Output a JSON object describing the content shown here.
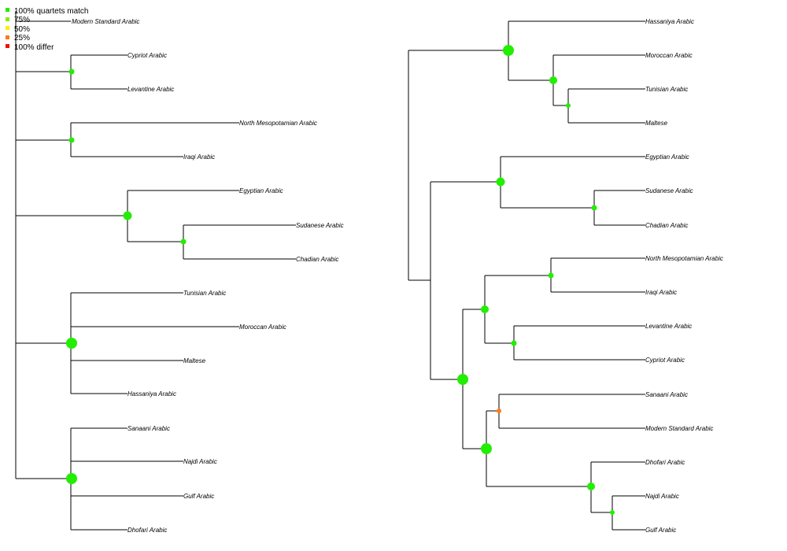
{
  "legend": [
    {
      "label": "100% quartets match",
      "color": "#22ee00"
    },
    {
      "label": "75%",
      "color": "#88ee00"
    },
    {
      "label": "50%",
      "color": "#ffee00"
    },
    {
      "label": "25%",
      "color": "#ff7a1a"
    },
    {
      "label": "100% differ",
      "color": "#ee1100"
    }
  ],
  "colors": {
    "match": "#22ee00",
    "partial": "#ff7a1a",
    "edge": "#000000"
  },
  "left_tree": {
    "tips": [
      "Modern Standard Arabic",
      "Cypriot Arabic",
      "Levantine Arabic",
      "North Mesopotamian Arabic",
      "Iraqi Arabic",
      "Egyptian Arabic",
      "Sudanese Arabic",
      "Chadian Arabic",
      "Tunisian Arabic",
      "Moroccan Arabic",
      "Maltese",
      "Hassaniya Arabic",
      "Sanaani Arabic",
      "Najdi Arabic",
      "Gulf Arabic",
      "Dhofari Arabic"
    ]
  },
  "right_tree": {
    "tips": [
      "Hassaniya Arabic",
      "Moroccan Arabic",
      "Tunisian Arabic",
      "Maltese",
      "Egyptian Arabic",
      "Sudanese Arabic",
      "Chadian Arabic",
      "North Mesopotamian Arabic",
      "Iraqi Arabic",
      "Levantine Arabic",
      "Cypriot Arabic",
      "Sanaani Arabic",
      "Modern Standard Arabic",
      "Dhofari Arabic",
      "Najdi Arabic",
      "Gulf Arabic"
    ]
  }
}
